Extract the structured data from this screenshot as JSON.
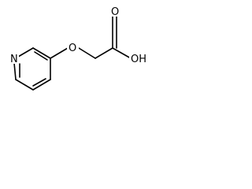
{
  "molecule": {
    "atoms": {
      "n1": "N",
      "o_ether": "O",
      "o_carbonyl": "O",
      "oh": "OH"
    }
  }
}
